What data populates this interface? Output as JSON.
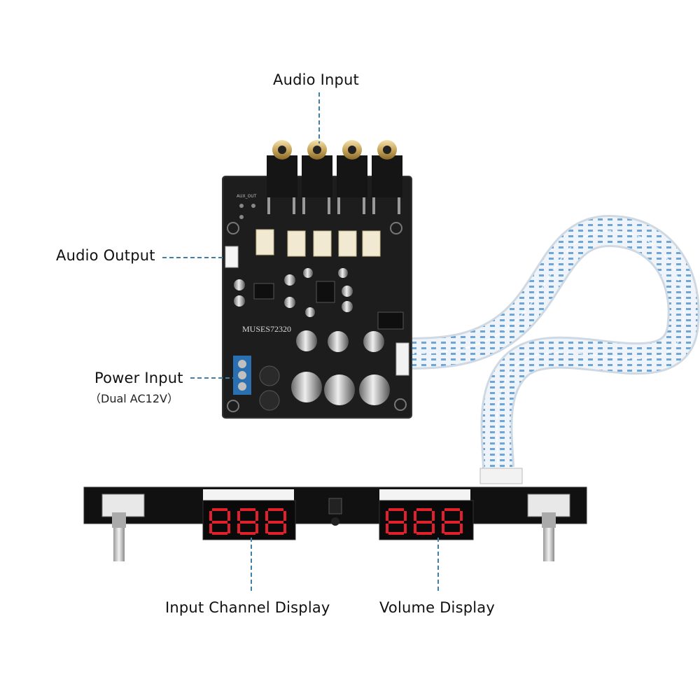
{
  "labels": {
    "audio_input": "Audio Input",
    "audio_output": "Audio Output",
    "power_input": "Power Input",
    "power_input_note": "（Dual AC12V）",
    "input_channel_display": "Input Channel Display",
    "volume_display": "Volume Display"
  },
  "board": {
    "chip_marking": "MUSES72320",
    "header_marking": "AUX_OUT"
  },
  "colors": {
    "pcb": "#1c1c1c",
    "leader_line": "#3f7fa8",
    "led_segment": "#e0202a",
    "terminal_block": "#2a6fb0",
    "ribbon_stripe": "#5b9bd5"
  }
}
